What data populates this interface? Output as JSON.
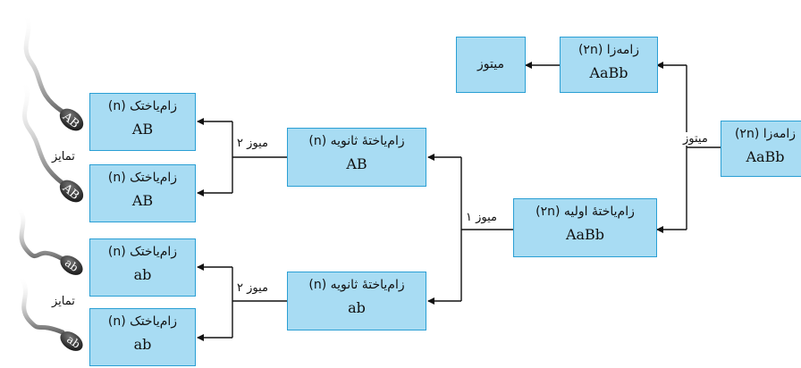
{
  "boxes": {
    "zygote_top": {
      "title": "زامه‌زا (۲n)",
      "genotype": "AaBb"
    },
    "mitosis_result": {
      "title": "میتوز"
    },
    "zygote_right": {
      "title": "زامه‌زا (۲n)",
      "genotype": "AaBb"
    },
    "primary": {
      "title": "زام‌یاختهٔ اولیه (۲n)",
      "genotype": "AaBb"
    },
    "secondary_top": {
      "title": "زام‌یاختهٔ ثانویه (n)",
      "genotype": "AB"
    },
    "secondary_bottom": {
      "title": "زام‌یاختهٔ ثانویه (n)",
      "genotype": "ab"
    },
    "spermatid_1": {
      "title": "زام‌یاختک (n)",
      "genotype": "AB"
    },
    "spermatid_2": {
      "title": "زام‌یاختک (n)",
      "genotype": "AB"
    },
    "spermatid_3": {
      "title": "زام‌یاختک (n)",
      "genotype": "ab"
    },
    "spermatid_4": {
      "title": "زام‌یاختک (n)",
      "genotype": "ab"
    }
  },
  "labels": {
    "mitosis": "میتوز",
    "meiosis1": "میوز ۱",
    "meiosis2_top": "میوز ۲",
    "meiosis2_bottom": "میوز ۲",
    "differentiation_top": "تمایز",
    "differentiation_bottom": "تمایز"
  },
  "sperm": [
    "AB",
    "AB",
    "ab",
    "ab"
  ],
  "colors": {
    "box_fill": "#a8dcf3",
    "box_border": "#2a9fd4",
    "line": "#111111"
  }
}
